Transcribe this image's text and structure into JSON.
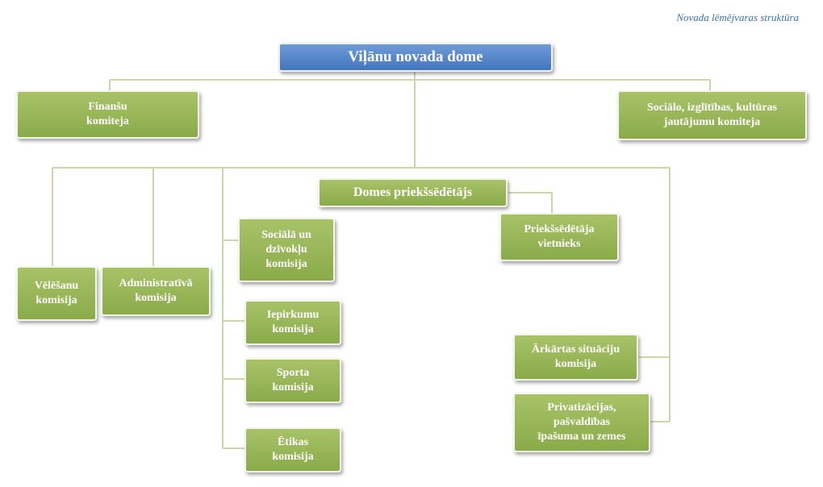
{
  "caption": "Novada lēmējvaras struktūra",
  "council": "Viļānu novada dome",
  "committees": {
    "finance": "Finanšu\nkomiteja",
    "social": "Sociālo, izglītības, kultūras\njautājumu komiteja"
  },
  "chairman": "Domes priekšsēdētājs",
  "deputy": "Priekšsēdētāja\nvietnieks",
  "commissions": {
    "elections": "Vēlēšanu\nkomisija",
    "administrative": "Administratīvā\nkomisija",
    "social_housing": "Sociālā un\ndzīvokļu\nkomisija",
    "procurement": "Iepirkumu\nkomisija",
    "sports": "Sporta\nkomisija",
    "ethics": "Ētikas\nkomisija",
    "emergency": "Ārkārtas situāciju\nkomisija",
    "privatization": "Privatizācijas,\npašvaldības\nīpašuma un zemes"
  },
  "colors": {
    "council_fill": "#4376bf",
    "node_fill": "#8aab4a",
    "connector": "#c9d8a8",
    "caption": "#3d6fae"
  }
}
